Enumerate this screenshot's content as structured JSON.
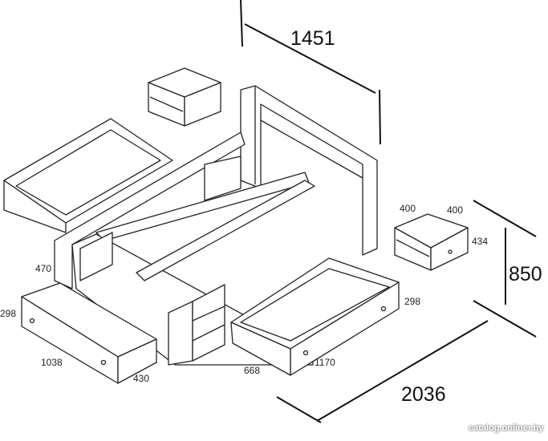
{
  "dimensions": {
    "width_overall": "1451",
    "length_overall": "2036",
    "height_overall": "850",
    "frame_side_height": "470",
    "left_drawer_height": "298",
    "left_drawer_length": "1038",
    "left_drawer_depth": "430",
    "right_drawer_depth": "668",
    "right_drawer_length": "1170",
    "right_drawer_height": "298",
    "nightstand_width": "400",
    "nightstand_depth": "400",
    "nightstand_height": "434"
  },
  "watermark": "catalog.onliner.by"
}
